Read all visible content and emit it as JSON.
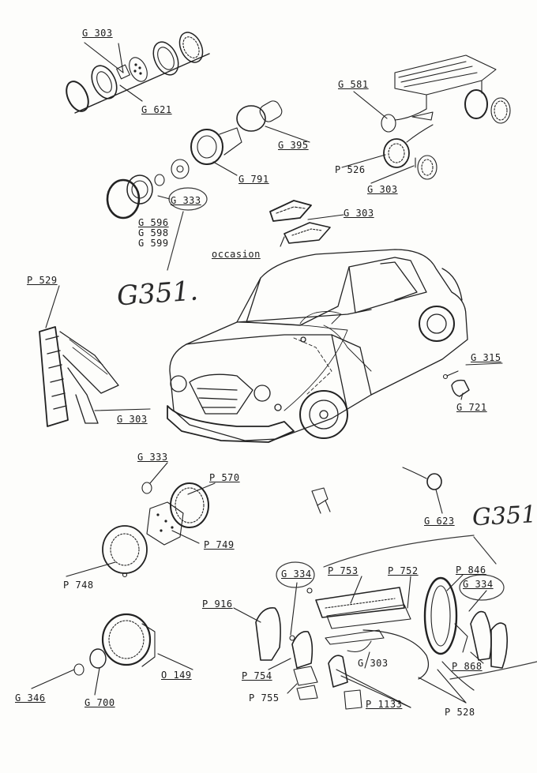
{
  "labels": {
    "g303_top": "G 303",
    "g621": "G 621",
    "g581": "G 581",
    "g395": "G 395",
    "p526": "P 526",
    "g303_right": "G 303",
    "g791": "G 791",
    "g333_top": "G 333",
    "g596": "G 596",
    "g598": "G 598",
    "g599": "G 599",
    "g303_mid": "G 303",
    "occasion": "occasion",
    "p529": "P 529",
    "g303_left": "G 303",
    "g315": "G 315",
    "g721": "G 721",
    "g333_mid": "G 333",
    "p570": "P 570",
    "p749": "P 749",
    "p748": "P 748",
    "g623": "G 623",
    "g334_left": "G 334",
    "p753": "P 753",
    "p752": "P 752",
    "p846": "P 846",
    "g334_right": "G 334",
    "p916": "P 916",
    "p754": "P 754",
    "p755": "P 755",
    "g303_bottom": "G 303",
    "p868": "P 868",
    "p1133": "P 1133",
    "p528": "P 528",
    "o149": "O 149",
    "g346": "G 346",
    "g700": "G 700"
  },
  "handwritten": {
    "note_left": "G351.",
    "note_right": "G351."
  }
}
